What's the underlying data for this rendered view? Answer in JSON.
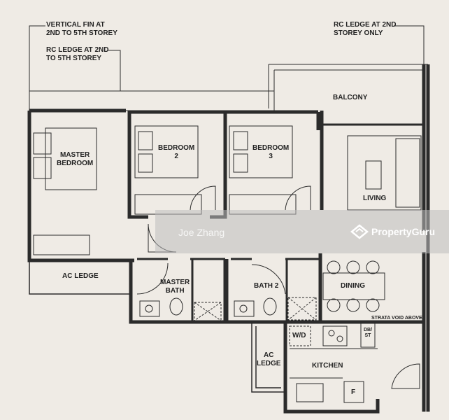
{
  "annotations": {
    "vertical_fin": "VERTICAL FIN AT\n2ND TO 5TH STOREY",
    "rc_ledge_2_5": "RC LEDGE AT 2ND\nTO 5TH STOREY",
    "rc_ledge_2nd_only": "RC LEDGE AT 2ND\nSTOREY ONLY",
    "strata_void": "STRATA VOID ABOVE"
  },
  "rooms": {
    "balcony": "BALCONY",
    "master_bedroom": "MASTER\nBEDROOM",
    "bedroom2": "BEDROOM\n2",
    "bedroom3": "BEDROOM\n3",
    "living": "LIVING",
    "ac_ledge_main": "AC LEDGE",
    "master_bath": "MASTER\nBATH",
    "bath2": "BATH 2",
    "dining": "DINING",
    "ac_ledge_kitchen": "AC\nLEDGE",
    "kitchen": "KITCHEN"
  },
  "fixtures": {
    "washer_dryer": "W/D",
    "db_st": "DB/ST",
    "fridge": "F"
  },
  "watermark": {
    "agent_name": "Joe Zhang",
    "brand": "PropertyGuru"
  }
}
